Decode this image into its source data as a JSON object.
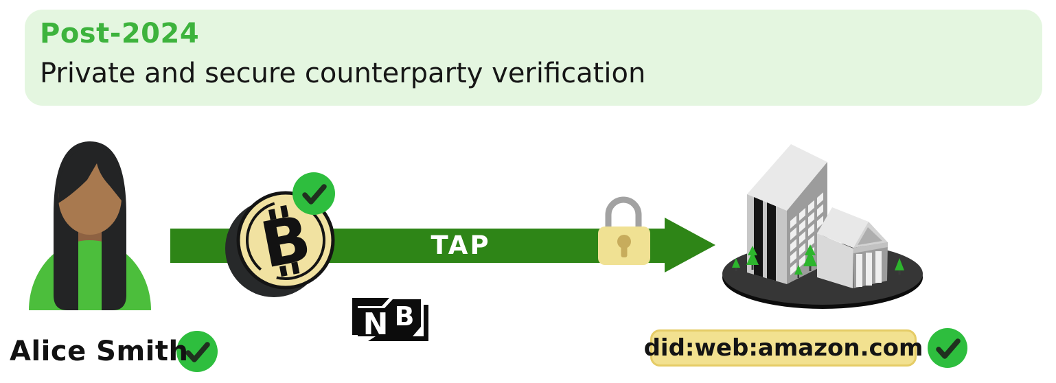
{
  "banner": {
    "label": "Post-2024",
    "subtitle": "Private and secure counterparty verification"
  },
  "sender": {
    "name": "Alice Smith",
    "status": "verified"
  },
  "transfer": {
    "arrow_label": "TAP",
    "coin_symbol": "B",
    "asset": "bitcoin",
    "status": "verified"
  },
  "logo": {
    "letter_n": "N",
    "letter_b": "B"
  },
  "receiver": {
    "did": "did:web:amazon.com",
    "status": "verified"
  },
  "icons": {
    "verified": "check-circle",
    "security": "padlock",
    "asset": "bitcoin-coin",
    "direction": "right-arrow"
  },
  "colors": {
    "banner_bg": "#e4f6e0",
    "accent_green": "#3db33d",
    "arrow_green": "#2e8517",
    "check_green": "#2ebe3e",
    "shirt_green": "#4cbe3c",
    "coin_fill": "#f1e2a1",
    "lock_fill": "#f0e193",
    "badge_fill": "#f2e190",
    "badge_border": "#e5cc66",
    "text_dark": "#161616"
  }
}
